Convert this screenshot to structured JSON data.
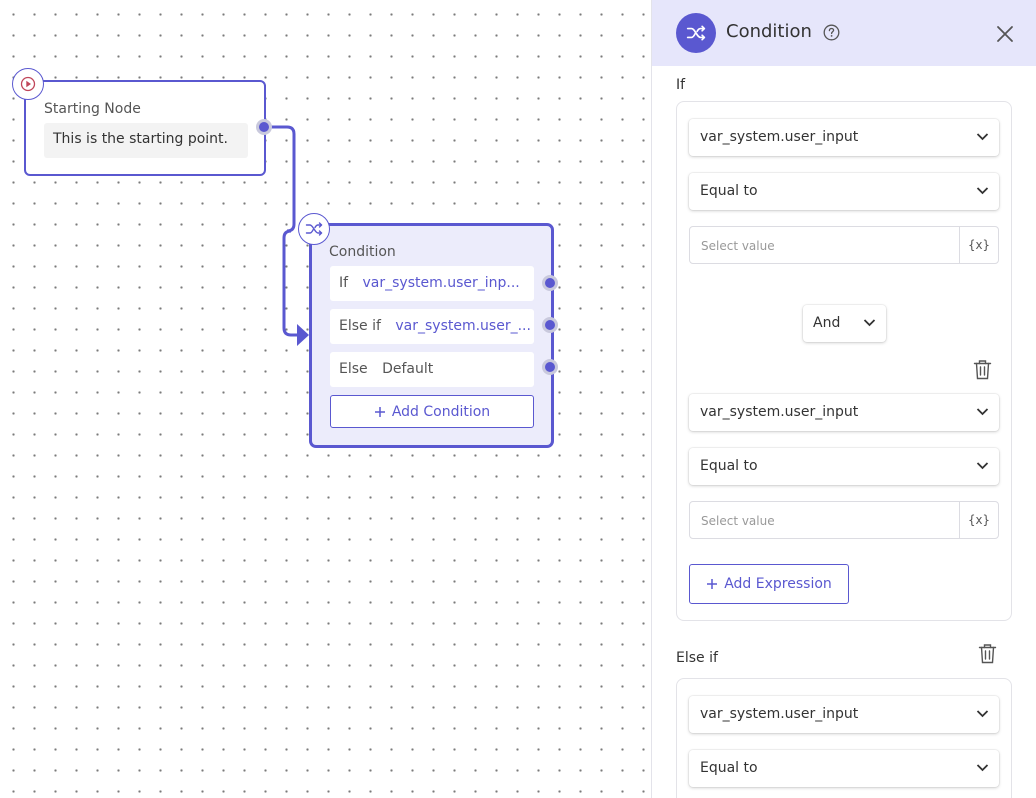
{
  "canvas": {
    "start_node": {
      "title": "Starting Node",
      "description": "This is the starting point."
    },
    "condition_node": {
      "title": "Condition",
      "rows": [
        {
          "keyword": "If",
          "value": "var_system.user_inp..."
        },
        {
          "keyword": "Else if",
          "value": "var_system.user_..."
        },
        {
          "keyword": "Else",
          "value": "Default"
        }
      ],
      "add_label": "Add Condition"
    }
  },
  "panel": {
    "title": "Condition",
    "accent_color": "#5a58d0",
    "header_bg": "#e6e6fb",
    "if_label": "If",
    "if_group": {
      "expr1": {
        "variable": "var_system.user_input",
        "operator": "Equal to",
        "placeholder": "Select value",
        "var_button": "{x}"
      },
      "joiner": "And",
      "expr2": {
        "variable": "var_system.user_input",
        "operator": "Equal to",
        "placeholder": "Select value",
        "var_button": "{x}"
      },
      "add_expression_label": "Add Expression"
    },
    "else_if_label": "Else if",
    "else_if_group": {
      "expr1": {
        "variable": "var_system.user_input",
        "operator": "Equal to"
      }
    }
  }
}
